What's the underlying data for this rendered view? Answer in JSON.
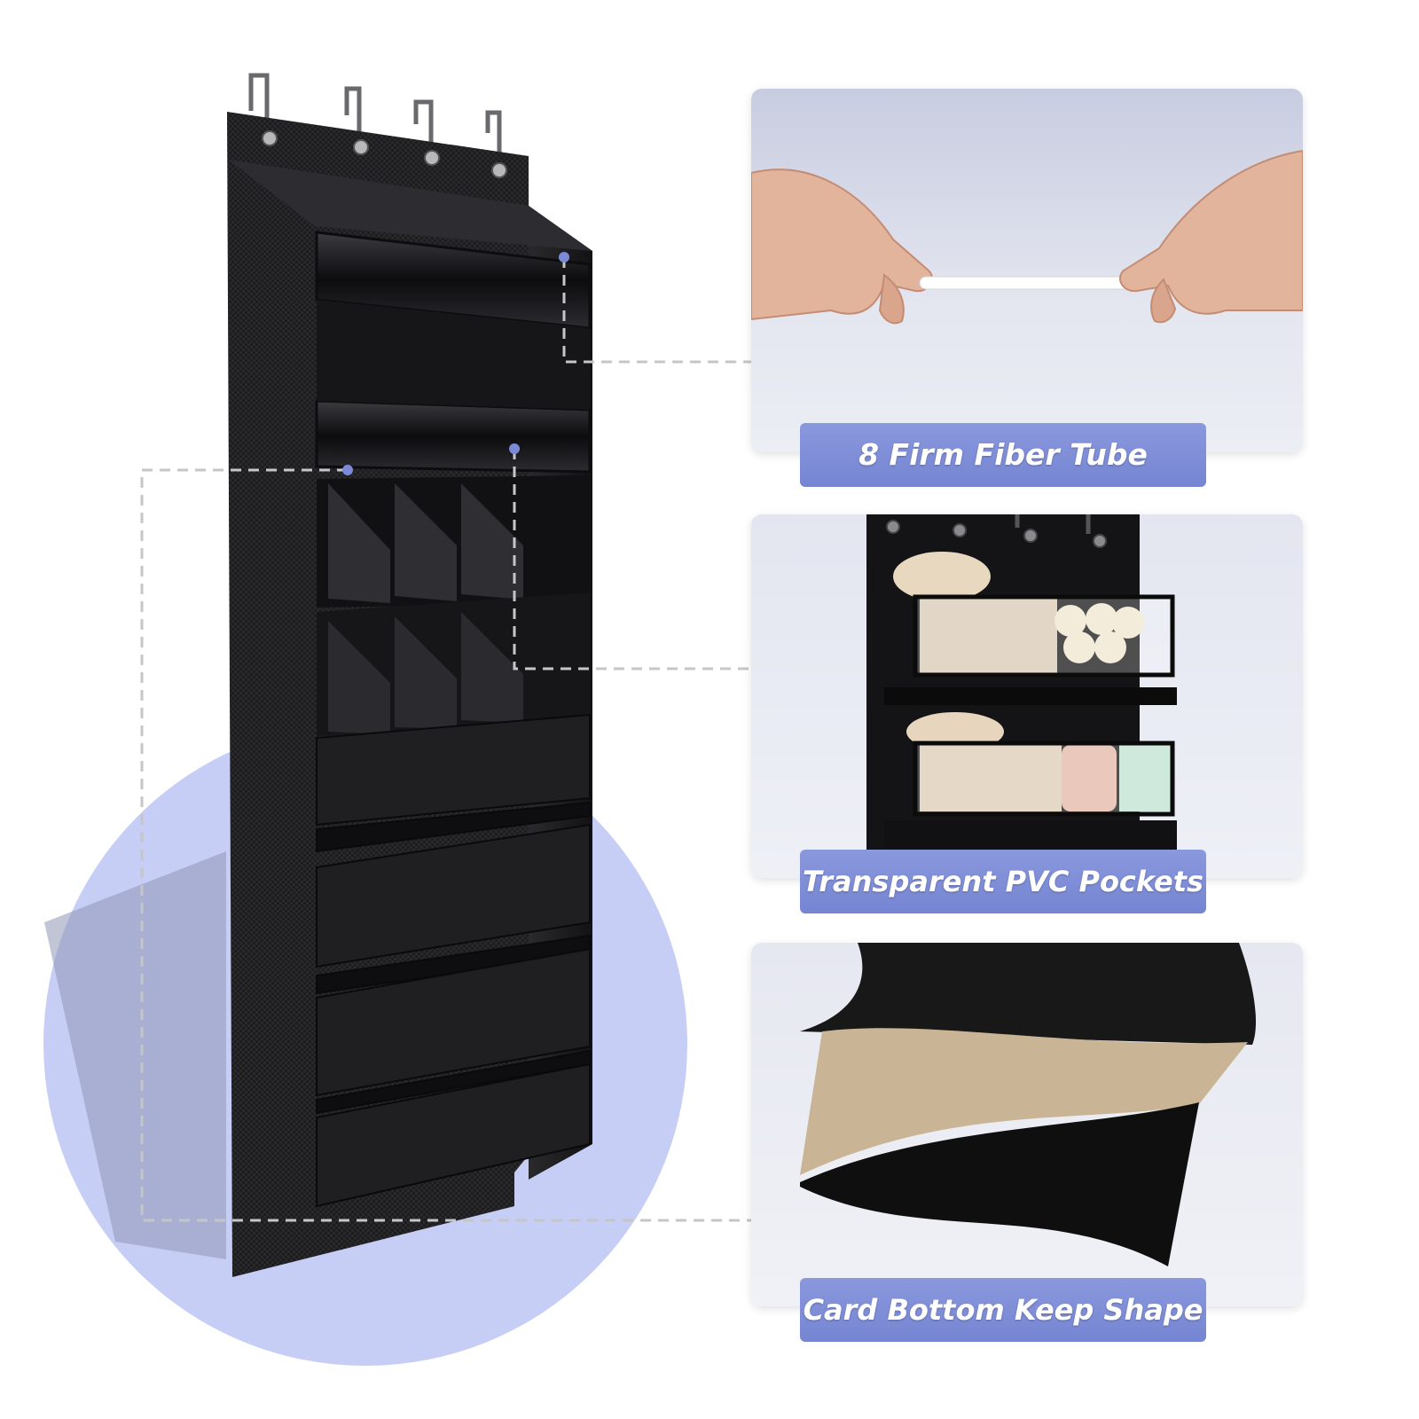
{
  "features": [
    {
      "label": "8 Firm Fiber Tube",
      "icon": "fiber-tube-stretch-icon"
    },
    {
      "label": "Transparent PVC Pockets",
      "icon": "pvc-pocket-organizer-icon"
    },
    {
      "label": "Card Bottom Keep Shape",
      "icon": "card-bottom-layers-icon"
    }
  ],
  "colors": {
    "accent": "#7b89d6",
    "circle": "#c4cdf5",
    "product": "#1c1c1e",
    "connector": "#c2c2c2",
    "dot": "#7b89d6"
  }
}
